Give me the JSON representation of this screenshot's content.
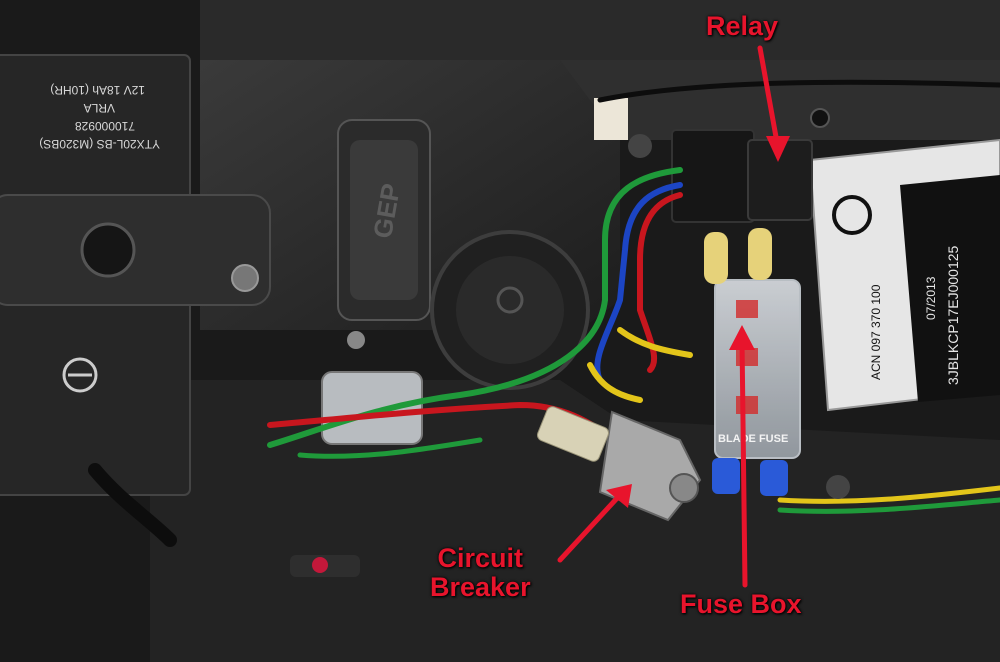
{
  "annotations": {
    "relay": "Relay",
    "circuit_breaker_line1": "Circuit",
    "circuit_breaker_line2": "Breaker",
    "fuse_box": "Fuse Box"
  },
  "printed_text": {
    "battery_model": "YTX20L-BS (M320BS)",
    "battery_code": "710000928",
    "battery_type": "VRLA",
    "battery_rating": "12V 18Ah (10HR)",
    "fuse_box_label": "BLADE FUSE",
    "vin_line": "3JBLKCP17EJ000125",
    "acn_line": "ACN 097 370 100",
    "date_line": "07/2013",
    "logo": "GEP"
  },
  "colors": {
    "annotation": "#e8142c",
    "wire_red": "#c8161e",
    "wire_green": "#1f9a3a",
    "wire_blue": "#1c45c4",
    "wire_yellow": "#e3c51a"
  }
}
